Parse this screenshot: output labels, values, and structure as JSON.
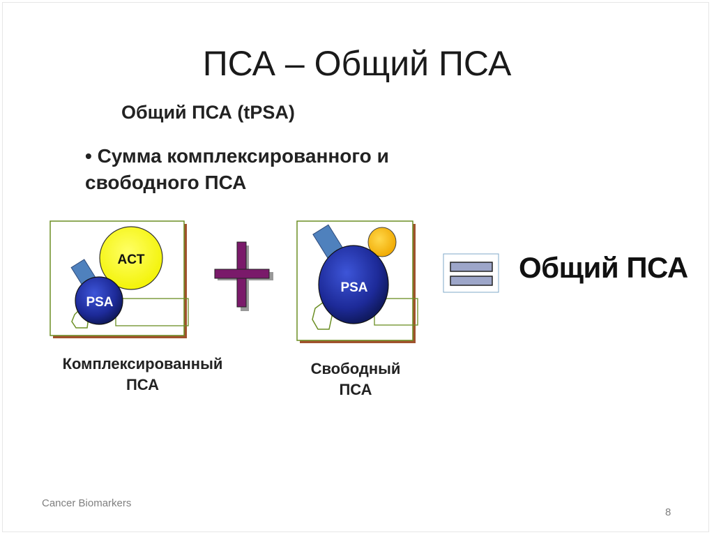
{
  "slide": {
    "title": "ПСА – Общий ПСА",
    "subtitle": "Общий ПСА (tPSA)",
    "bullet": "• Сумма комплексированного и свободного ПСА"
  },
  "diagram": {
    "complexed": {
      "act_label": "ACT",
      "psa_label": "PSA",
      "caption_line1": "Комплексированный",
      "caption_line2": "ПСА"
    },
    "plus_symbol": "+",
    "free": {
      "psa_label": "PSA",
      "caption_line1": "Свободный",
      "caption_line2": "ПСА"
    },
    "equals_symbol": "=",
    "result_label": "Общий ПСА"
  },
  "colors": {
    "act_yellow": "#ffff00",
    "psa_blue": "#1f2fa8",
    "free_orange": "#ffc000",
    "box_shadow_brown": "#a0522d",
    "frame_green": "#6b8e23",
    "plus_purple": "#7a1a6a",
    "equals_fill": "#9da6c9"
  },
  "footer": {
    "left": "Cancer Biomarkers",
    "page": "8"
  }
}
